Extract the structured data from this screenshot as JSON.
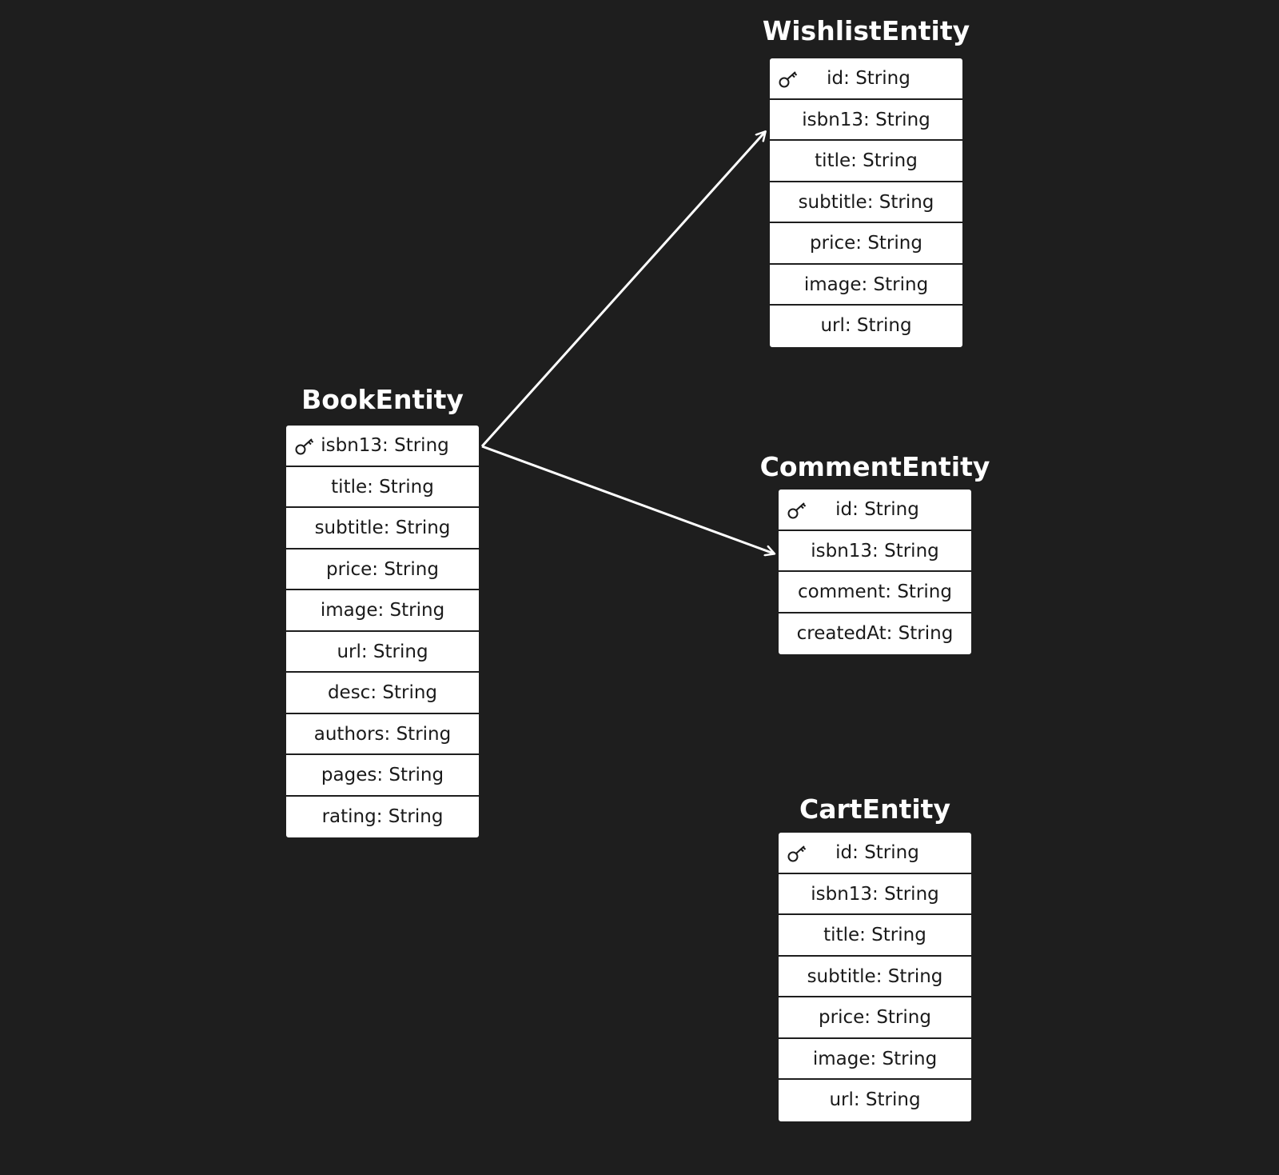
{
  "entities": {
    "book": {
      "name": "BookEntity",
      "fields": [
        "isbn13: String",
        "title: String",
        "subtitle: String",
        "price: String",
        "image: String",
        "url: String",
        "desc: String",
        "authors: String",
        "pages: String",
        "rating: String"
      ],
      "primary_key": "isbn13: String"
    },
    "wishlist": {
      "name": "WishlistEntity",
      "fields": [
        "id: String",
        "isbn13: String",
        "title: String",
        "subtitle: String",
        "price: String",
        "image: String",
        "url: String"
      ],
      "primary_key": "id: String"
    },
    "comment": {
      "name": "CommentEntity",
      "fields": [
        "id: String",
        "isbn13: String",
        "comment: String",
        "createdAt: String"
      ],
      "primary_key": "id: String"
    },
    "cart": {
      "name": "CartEntity",
      "fields": [
        "id: String",
        "isbn13: String",
        "title: String",
        "subtitle: String",
        "price: String",
        "image: String",
        "url: String"
      ],
      "primary_key": "id: String"
    }
  },
  "relationships": [
    {
      "from": "BookEntity.isbn13",
      "to": "WishlistEntity.isbn13"
    },
    {
      "from": "BookEntity.isbn13",
      "to": "CommentEntity.isbn13"
    }
  ],
  "colors": {
    "background": "#1e1e1e",
    "entity_fill": "#ffffff",
    "text": "#1a1a1a",
    "title_text": "#ffffff",
    "connector": "#ffffff"
  },
  "icons": {
    "primary_key": "key-icon"
  }
}
